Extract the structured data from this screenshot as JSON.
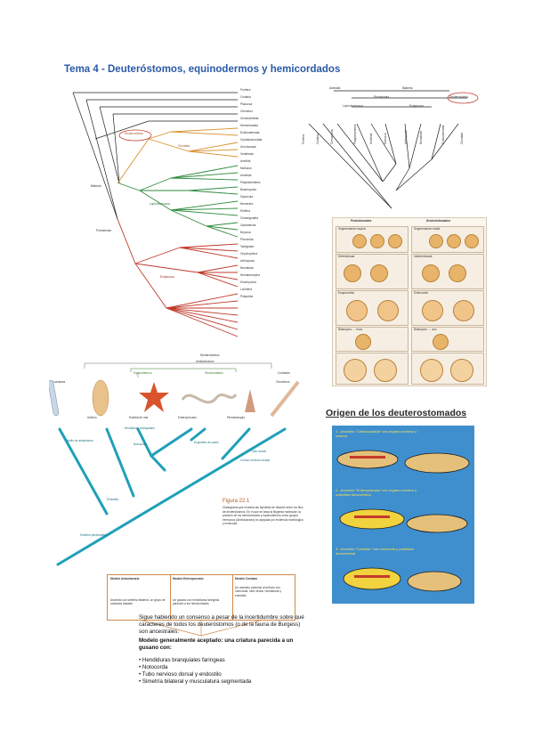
{
  "page": {
    "title": "Tema 4 - Deuteróstomos, equinodermos y hemicordados"
  },
  "tree1": {
    "tip_labels": [
      "Porífera",
      "Cnidaria",
      "Placozoa",
      "Ctenóforo",
      "Xenoturbellida",
      "Hemichordata",
      "Echinodermata",
      "Cephalochordata",
      "Urochordata",
      "Vertebrata",
      "Anellida",
      "Mollusca",
      "Annelida",
      "Platyhelminthes",
      "Brachiopoda",
      "Sipuncula",
      "Nemertea",
      "Rotifera",
      "Chaetognatha",
      "Gastrotricha",
      "Bryozoa",
      "Phoronida",
      "Tardigrada",
      "Onychophora",
      "Arthropoda",
      "Nematoda",
      "Nematomorpha",
      "Kinorhyncha",
      "Loricifera",
      "Priapulida"
    ],
    "clade_labels": [
      "Deuterostomia",
      "Chordata",
      "Bilateria",
      "Lophotrochozoa",
      "Ecdysozoa",
      "Protostomia"
    ],
    "colors": {
      "deuterostomia": "#d9902f",
      "lophotrochozoa": "#2e8b3e",
      "ecdysozoa": "#c0392b",
      "base": "#222222"
    }
  },
  "tree2": {
    "top_labels": [
      "Animalia",
      "Bilateria",
      "Protostomia",
      "Deuterostomia",
      "Lophotrochozoa",
      "Ecdysozoa"
    ],
    "tip_labels": [
      "Porifera",
      "Cnidaria",
      "Ctenophora",
      "Platyhelminthes",
      "Annelida",
      "Mollusca",
      "Arthropoda",
      "Nematoda",
      "Echinodermata",
      "Chordata"
    ]
  },
  "embryo_panel": {
    "headers": [
      "Protostomados",
      "Deuteróstomados"
    ],
    "rows": [
      "Segmentación espiral",
      "Segmentación radial",
      "Determinada",
      "Indeterminada",
      "Esquizocelia",
      "Enterocelia",
      "Blastoporo → boca",
      "Blastoporo → ano"
    ]
  },
  "tree3": {
    "group_labels": [
      "Deuteróstomos",
      "Ambulacrarios",
      "Equinodermos",
      "Hemicordados",
      "Cordados"
    ],
    "taxa": [
      "Urocordados",
      "Anfioxo",
      "Estrella de mar",
      "Enteropneusto",
      "Pterobranquio",
      "Ctenóforos"
    ],
    "characters": [
      "Anillo de ambulacros",
      "Hendiduras branquiales",
      "Notocorda",
      "Esqueleto de calcio",
      "Tubo neural",
      "Cordón nervioso dorsal",
      "Endostilo",
      "Simetría pentarradial"
    ],
    "figure_caption": "Figura 22.1",
    "figure_text": "Cladograma que muestra las hipótesis de relación entre los filos de deuteróstomos. En el que se basa la filogenia molecular; la posición de los hemicordados y equinodermos como grupos hermanos (Ambulacraria) es apoyada por evidencia morfológica y molecular."
  },
  "ancestor_boxes": [
    {
      "title": "Modelo Ambulacraria",
      "text": "Ancestro con simetría bilateral, un grupo de cordados basales"
    },
    {
      "title": "Modelo Enteropneusto",
      "text": "Un gusano con hendiduras faríngeas parecido a los hemicordados"
    },
    {
      "title": "Modelo Cordado",
      "text": "Un ancestro parecido al anfioxo con notocorda, tubo neural, hendiduras y endostilo"
    }
  ],
  "bottom_text": {
    "para1": "Sigue habiendo un consenso a pesar de la incertidumbre sobre qué caracteres de todos los deuteróstomos (o de la fauna de Burgess) son ancestrales.",
    "para2": "Modelo generalmente aceptado: una criatura parecida a un gusano con:",
    "bullets": [
      "Hendiduras branquiales faríngeas",
      "Notocorda",
      "Tubo nervioso dorsal y endostilo",
      "Simetría bilateral y musculatura segmentada"
    ]
  },
  "origin_section": {
    "title": "Origen de los deuterostomados",
    "items": [
      "1 - Ancestro \"Cefalocordado\" con órgano excretor y celoma",
      "2 - Ancestro \"Enteropneusto\" con órgano excretor y polaridad dorsoventral",
      "3 - Ancestro \"Cordado\" con notocorda y polaridad dorsoventral"
    ]
  }
}
